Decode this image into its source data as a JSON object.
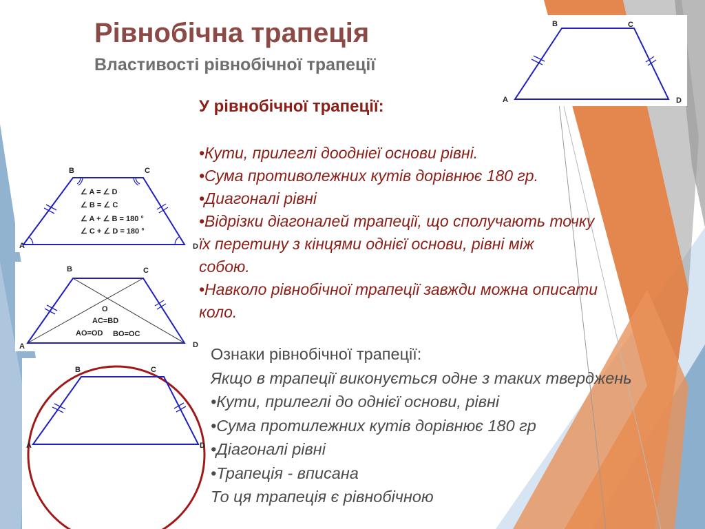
{
  "slide": {
    "title": "Рівнобічна трапеція",
    "subtitle": "Властивості рівнобічної трапеції",
    "heading": "У рівнобічної трапеції:",
    "properties": [
      "•Кути, прилеглі доодніеї основи рівні.",
      "•Сума противолежних кутів дорівнює 180 гр.",
      "•Диагоналі рівні",
      "•Відрізки діагоналей трапеції, що сполучають точку",
      "їх перетину з кінцями однієї основи, рівні між",
      "собою.",
      "•Навколо рівнобічної трапеції завжди можна описати",
      "коло."
    ],
    "signs_title": "Ознаки рівнобічної трапеції:",
    "signs": [
      "Якщо в трапеції виконується одне з таких тверджень",
      "•Кути, прилеглі до однієї  основи, рівні",
      "•Сума протилежних кутів дорівнює 180 гр",
      "•Діагоналі рівні",
      "•Трапеція - вписана",
      "То ця трапеція є рівнобічною"
    ]
  },
  "figures": {
    "vertex_labels": {
      "a": "A",
      "b": "B",
      "c": "C",
      "d": "D",
      "o": "O"
    },
    "angles": {
      "line1": "∠ A = ∠ D",
      "line2": "∠ B = ∠ C",
      "line3": "∠ A + ∠ B = 180 °",
      "line4": "∠ C + ∠ D = 180 °"
    },
    "diagonals": {
      "eq1": "AC=BD",
      "eq2": "AO=OD",
      "eq3": "BO=OC"
    }
  },
  "colors": {
    "title": "#8b4a46",
    "subtitle": "#6f6f6f",
    "text_red": "#8b1e16",
    "text_gray": "#4a4a4a",
    "figure_blue": "#1f1fbf",
    "circle": "#a01818",
    "accent_orange": "#e07a3c",
    "accent_blue": "#7fa6c8"
  }
}
